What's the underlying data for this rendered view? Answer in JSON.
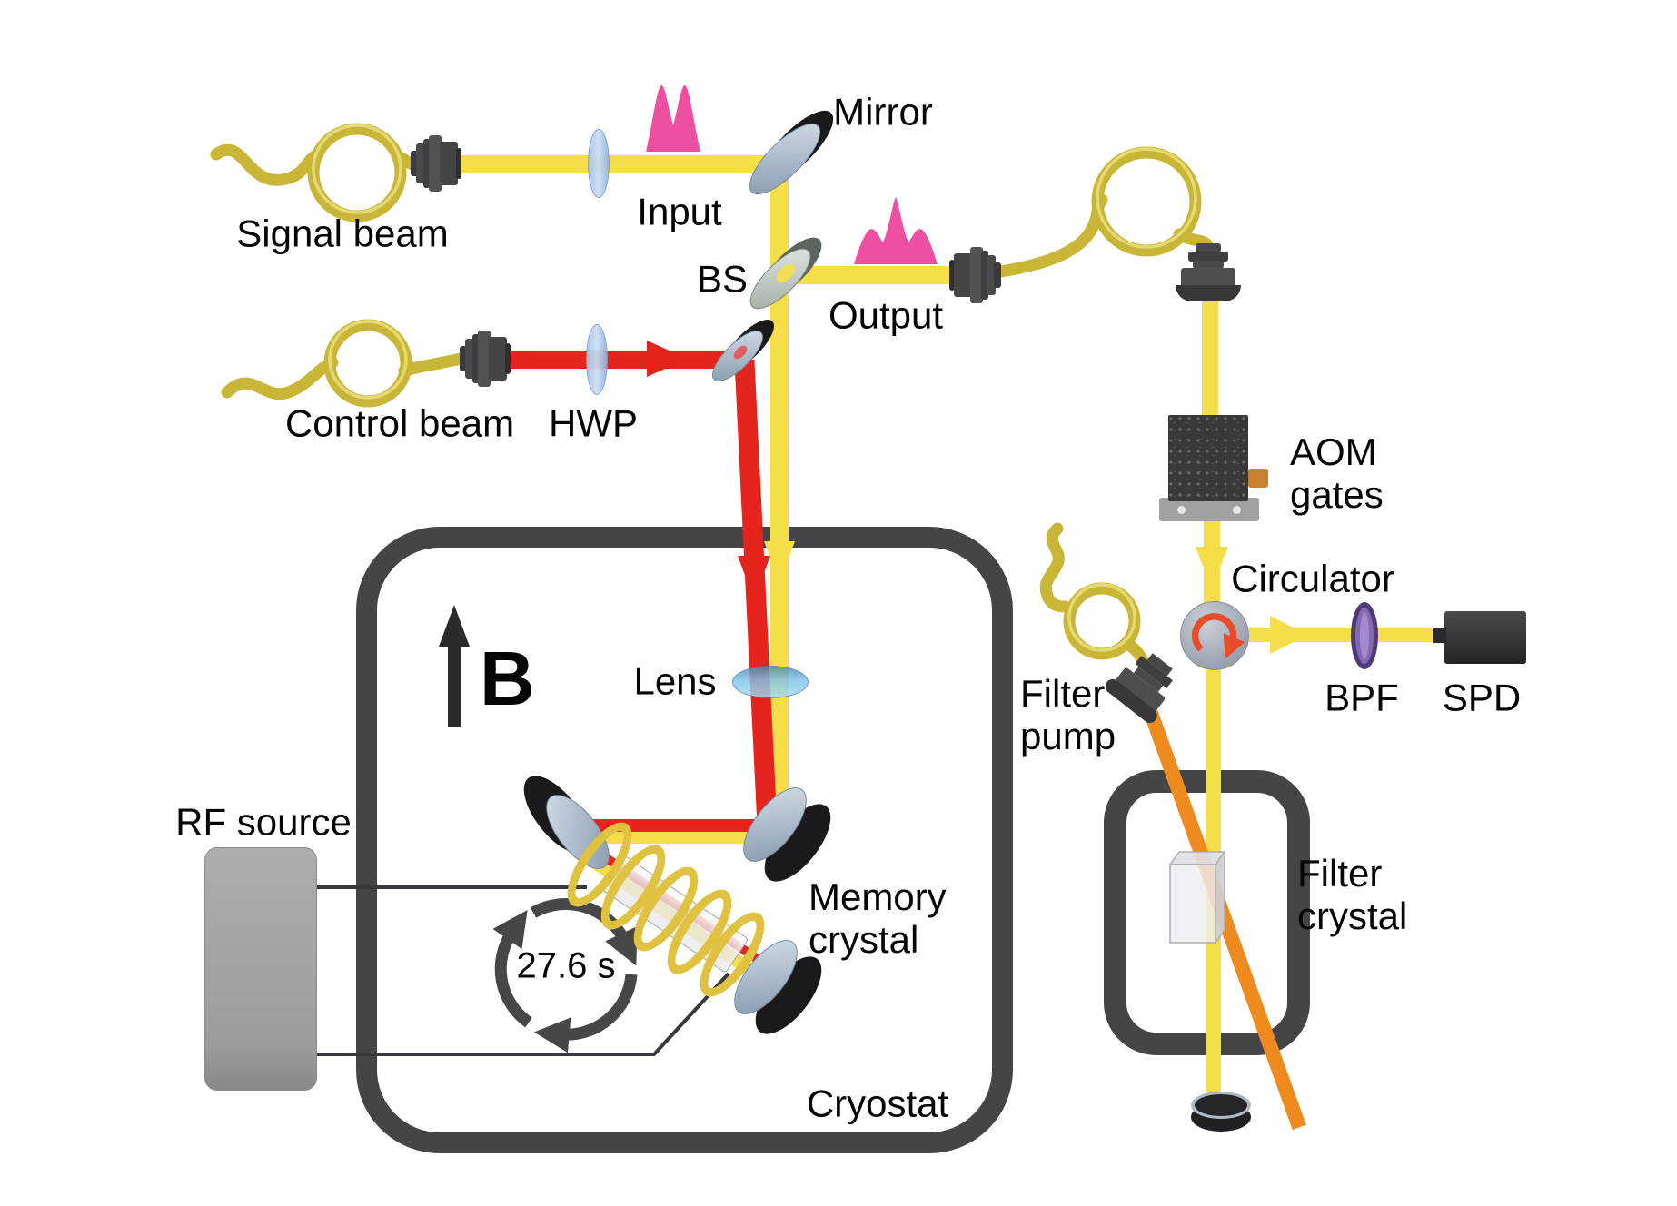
{
  "labels": {
    "signal_beam": "Signal beam",
    "input": "Input",
    "mirror": "Mirror",
    "bs": "BS",
    "output": "Output",
    "control_beam": "Control beam",
    "hwp": "HWP",
    "aom_line1": "AOM",
    "aom_line2": "gates",
    "circulator": "Circulator",
    "filter_pump_line1": "Filter",
    "filter_pump_line2": "pump",
    "bpf": "BPF",
    "spd": "SPD",
    "filter_crystal_line1": "Filter",
    "filter_crystal_line2": "crystal",
    "memory_crystal_line1": "Memory",
    "memory_crystal_line2": "crystal",
    "cryostat": "Cryostat",
    "rf_source": "RF source",
    "lens": "Lens",
    "magnetic_field": "B",
    "storage_time": "27.6 s"
  },
  "colors": {
    "signal_beam": "#F6DE4B",
    "control_beam": "#E6241E",
    "pump_beam": "#EF8A1F",
    "fiber": "#C9B637",
    "pulse": "#EE4FA0",
    "enclosure": "#454547",
    "rf_source_box": "#A4A4A6",
    "mirror_face": "#A9B8C9",
    "lens": "#7FC4EA",
    "bpf": "#8568B2",
    "cycle_arrows": "#474747",
    "circulator_arrow": "#E54D2B"
  }
}
